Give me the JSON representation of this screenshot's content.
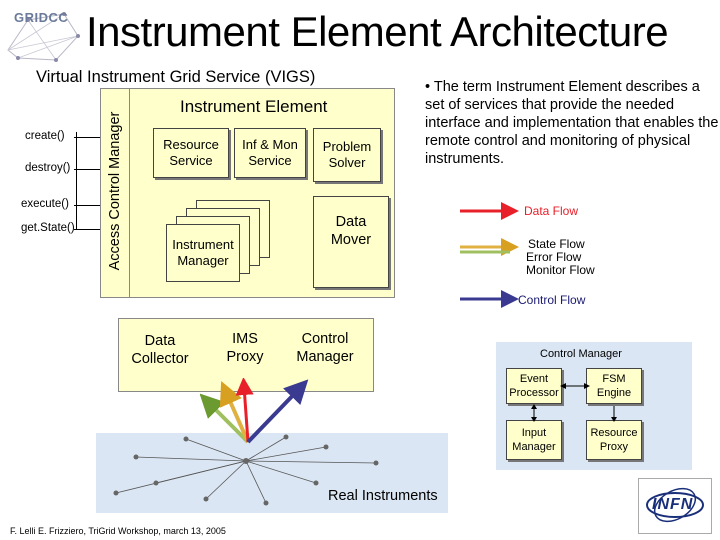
{
  "logo": {
    "text": "GRIDCC"
  },
  "title": "Instrument Element Architecture",
  "vigs": {
    "label": "Virtual Instrument Grid Service (VIGS)",
    "api_methods": [
      "create()",
      "destroy()",
      "execute()",
      "get.State()"
    ]
  },
  "access_control_label": "Access Control Manager",
  "instrument_element": {
    "title": "Instrument Element",
    "services": [
      {
        "line1": "Resource",
        "line2": "Service"
      },
      {
        "line1": "Inf & Mon",
        "line2": "Service"
      },
      {
        "line1": "Problem",
        "line2": "Solver"
      }
    ],
    "data_mover": {
      "line1": "Data",
      "line2": "Mover"
    },
    "instrument_manager": {
      "line1": "Instrument",
      "line2": "Manager"
    }
  },
  "lower_components": [
    {
      "line1": "Data",
      "line2": "Collector"
    },
    {
      "line1": "IMS",
      "line2": "Proxy"
    },
    {
      "line1": "Control",
      "line2": "Manager"
    }
  ],
  "real_instruments_label": "Real Instruments",
  "description": "• The term Instrument Element describes a set of services that provide the needed interface and implementation that enables the remote control and monitoring of physical instruments.",
  "legend": {
    "data_flow": "Data Flow",
    "state_flow": "State Flow",
    "error_flow": "Error Flow",
    "monitor_flow": "Monitor Flow",
    "control_flow": "Control Flow"
  },
  "control_manager_detail": {
    "title": "Control Manager",
    "boxes": [
      {
        "line1": "Event",
        "line2": "Processor"
      },
      {
        "line1": "FSM",
        "line2": "Engine"
      },
      {
        "line1": "Input",
        "line2": "Manager"
      },
      {
        "line1": "Resource",
        "line2": "Proxy"
      }
    ]
  },
  "footer": "F. Lelli E. Frizziero, TriGrid Workshop, march 13, 2005",
  "infn_logo": {
    "text": "INFN"
  },
  "colors": {
    "box_fill": "#ffffcc",
    "panel_blue": "#dbe6f4",
    "data_flow": "#e8202a",
    "state_flow": "#e0b040",
    "error_flow": "#a0c060",
    "control_flow": "#3a3a90"
  }
}
